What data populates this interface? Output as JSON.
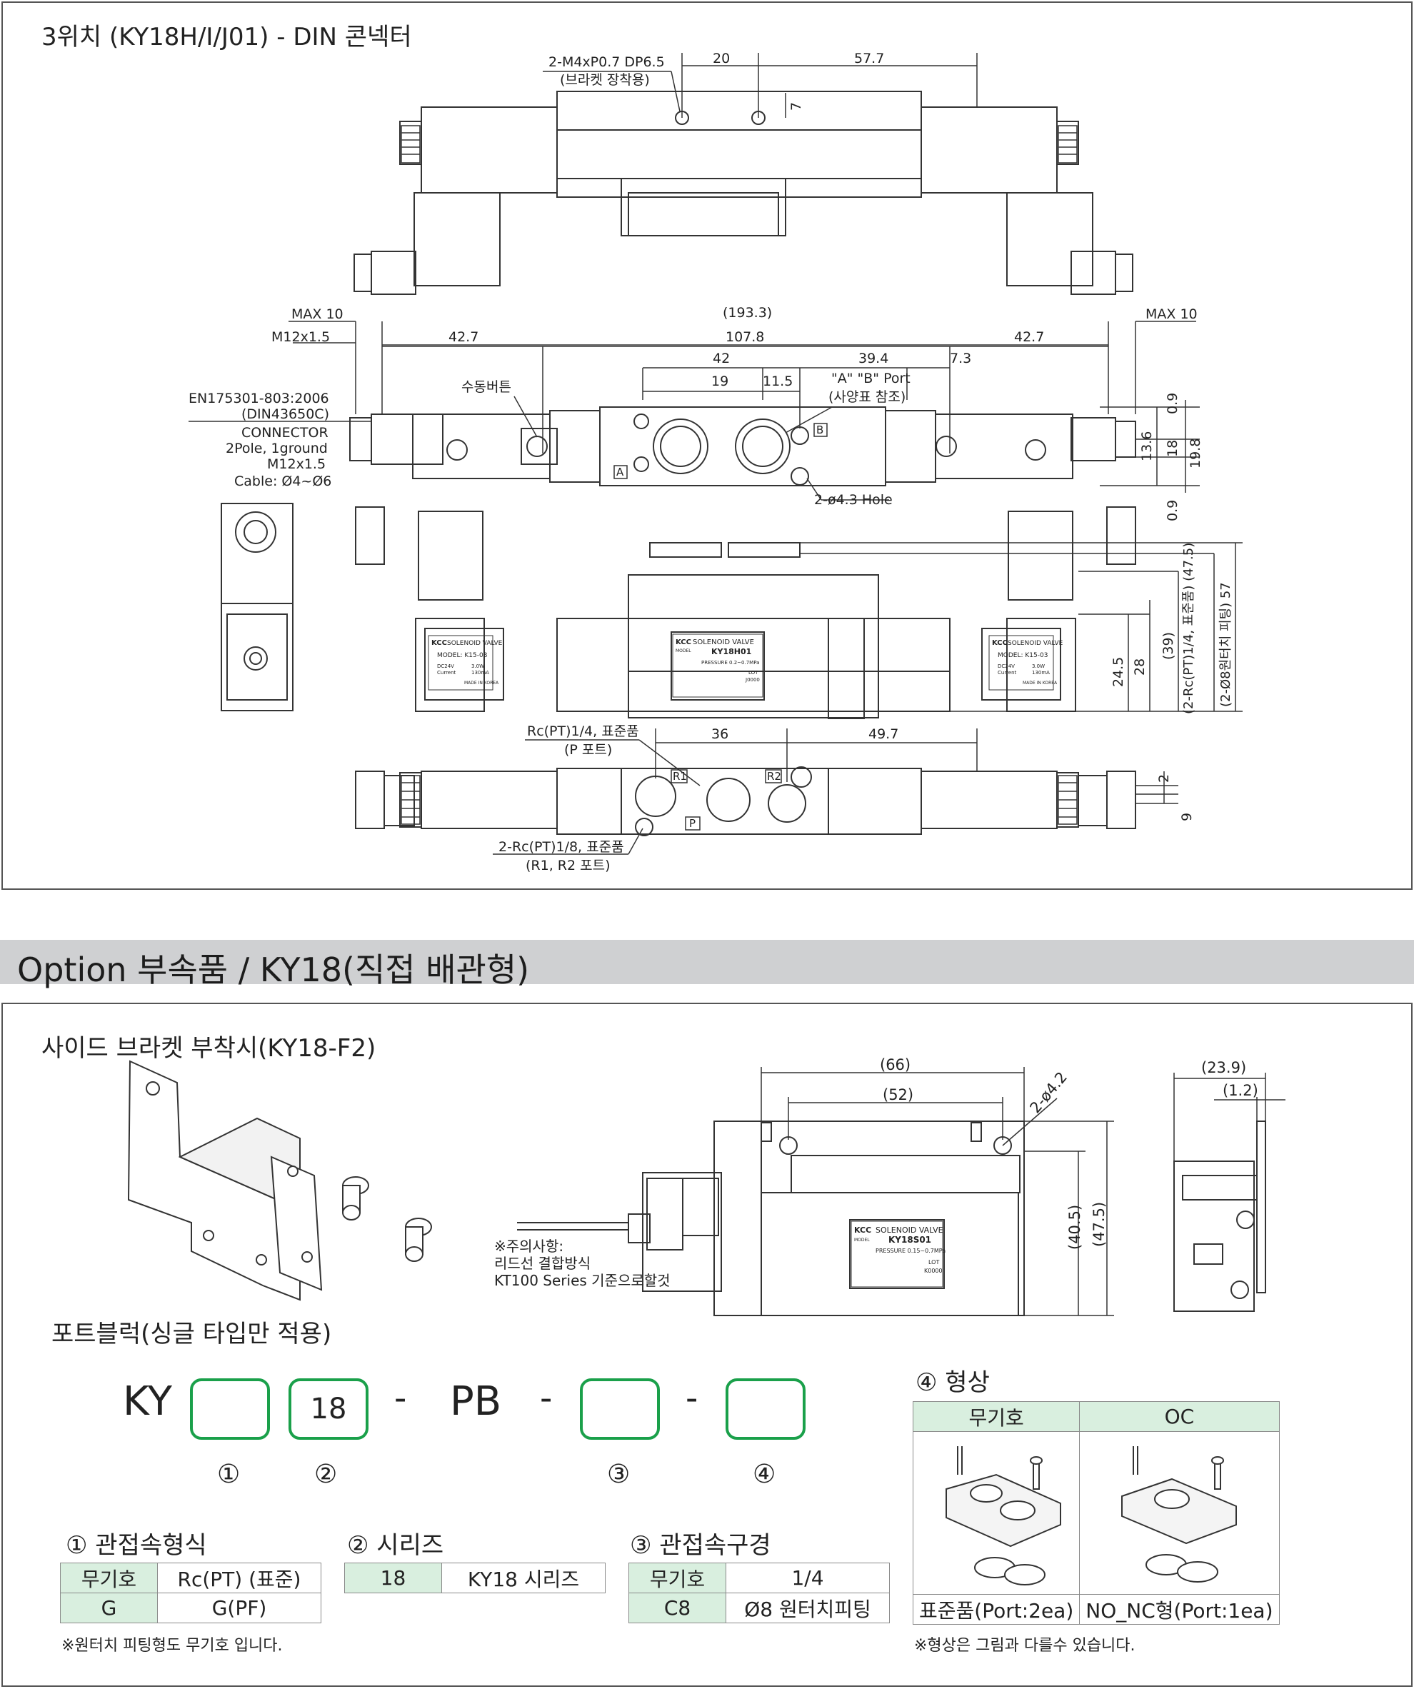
{
  "top_section": {
    "title": "3위치 (KY18H/I/J01) - DIN 콘넥터",
    "labels": {
      "mount_hole": "2-M4xP0.7 DP6.5",
      "mount_hole_sub": "(브라켓 장착용)",
      "d20": "20",
      "d57_7": "57.7",
      "d7": "7",
      "max10_left": "MAX 10",
      "max10_right": "MAX 10",
      "overall": "(193.3)",
      "m12": "M12x1.5",
      "d42_7_l": "42.7",
      "d107_8": "107.8",
      "d42_7_r": "42.7",
      "d42": "42",
      "d39_4": "39.4",
      "d7_3": "7.3",
      "d19": "19",
      "d11_5": "11.5",
      "manual_btn": "수동버튼",
      "port_ab": "\"A\" \"B\" Port",
      "port_ab_sub": "(사양표 참조)",
      "connector_1": "EN175301-803:2006",
      "connector_2": "(DIN43650C)",
      "connector_3": "CONNECTOR",
      "connector_4": "2Pole, 1ground",
      "connector_5": "M12x1.5",
      "connector_6": "Cable: Ø4~Ø6",
      "hole": "2-ø4.3 Hole",
      "v0_9a": "0.9",
      "v13_6": "13.6",
      "v18": "18",
      "v19_8": "19.8",
      "v0_9b": "0.9",
      "v24_5": "24.5",
      "v28": "28",
      "v39": "(39)",
      "v47_5": "(2-Rc(PT)1/4, 표준품) (47.5)",
      "v57": "(2-Ø8원터치 피팅) 57",
      "p_port": "Rc(PT)1/4, 표준품",
      "p_port_sub": "(P 포트)",
      "d36": "36",
      "d49_7": "49.7",
      "r_port": "2-Rc(PT)1/8, 표준품",
      "r_port_sub": "(R1, R2 포트)",
      "v2": "2",
      "v9": "9",
      "tag_a": "A",
      "tag_b": "B",
      "tag_r1": "R1",
      "tag_r2": "R2",
      "tag_p": "P",
      "coil_brand": "KCC",
      "coil_title": "SOLENOID VALVE",
      "coil_model": "MODEL: K15-03",
      "coil_v": "DC24V",
      "coil_w": "3.0W",
      "coil_cur": "Current",
      "coil_ma": "130mA",
      "coil_made": "MADE IN KOREA",
      "valve_model": "KY18H01",
      "valve_pressure": "PRESSURE 0.2~0.7MPa",
      "valve_lot": "LOT",
      "valve_lot_no": "J0000",
      "valve_model_lbl": "MODEL"
    }
  },
  "banner": {
    "text": "Option 부속품 / KY18(직접 배관형)"
  },
  "bracket_section": {
    "title": "사이드 브라켓 부착시(KY18-F2)",
    "labels": {
      "d66": "(66)",
      "d52": "(52)",
      "d4_2": "2-ø4.2",
      "d40_5": "(40.5)",
      "d47_5": "(47.5)",
      "d23_9": "(23.9)",
      "d1_2": "(1.2)",
      "note_1": "※주의사항:",
      "note_2": "리드선 결합방식",
      "note_3": "KT100 Series 기준으로할것",
      "valve_model": "KY18S01",
      "valve_title": "SOLENOID VALVE",
      "valve_pressure": "PRESSURE 0.15~0.7MPa",
      "valve_lot": "LOT",
      "valve_lot_no": "K0000",
      "valve_model_lbl": "MODEL",
      "brand": "KCC"
    }
  },
  "portblock": {
    "title": "포트블럭(싱글 타입만 적용)",
    "code": {
      "prefix": "KY",
      "box1": "",
      "box2": "18",
      "dash1": "-",
      "pb": "PB",
      "dash2": "-",
      "box3": "",
      "dash3": "-",
      "box4": ""
    },
    "markers": [
      "①",
      "②",
      "③",
      "④"
    ],
    "sections": {
      "s1_title": "① 관접속형식",
      "s2_title": "② 시리즈",
      "s3_title": "③ 관접속구경",
      "s4_title": "④ 형상"
    },
    "table1": [
      [
        "무기호",
        "Rc(PT) (표준)"
      ],
      [
        "G",
        "G(PF)"
      ]
    ],
    "table1_note": "※원터치 피팅형도 무기호 입니다.",
    "table2": [
      [
        "18",
        "KY18 시리즈"
      ]
    ],
    "table3": [
      [
        "무기호",
        "1/4"
      ],
      [
        "C8",
        "Ø8 원터치피팅"
      ]
    ],
    "shape_table": {
      "headers": [
        "무기호",
        "OC"
      ],
      "captions": [
        "표준품(Port:2ea)",
        "NO_NC형(Port:1ea)"
      ]
    },
    "shape_note": "※형상은 그림과 다를수 있습니다."
  },
  "colors": {
    "accent_green": "#1aa04a",
    "table_green": "#d9efdf",
    "banner_gray": "#cfd0d2",
    "line": "#333333"
  }
}
